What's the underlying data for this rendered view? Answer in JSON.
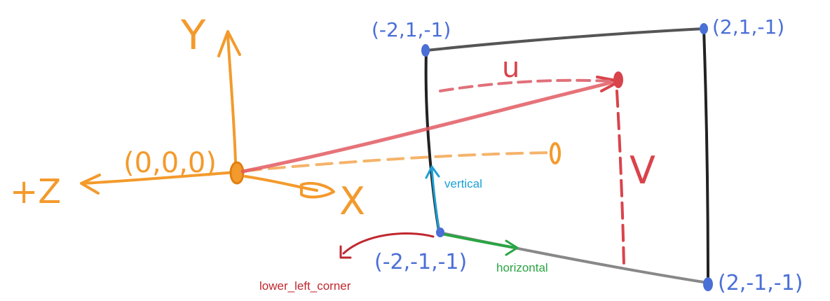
{
  "axes": {
    "y_label": "Y",
    "x_label": "X",
    "z_label": "+Z",
    "origin_label": "(0,0,0)"
  },
  "plane": {
    "top_left": "(-2,1,-1)",
    "top_right": "(2,1,-1)",
    "bottom_left": "(-2,-1,-1)",
    "bottom_right": "(2,-1,-1)"
  },
  "vectors": {
    "vertical": "vertical",
    "horizontal": "horizontal",
    "lower_left_corner": "lower_left_corner",
    "u": "u",
    "v": "V"
  },
  "colors": {
    "orange": "#f39a2c",
    "blue": "#4a6fd6",
    "red": "#d9434b",
    "cyan": "#1b9fd6",
    "green": "#2aa544",
    "black": "#222222"
  }
}
